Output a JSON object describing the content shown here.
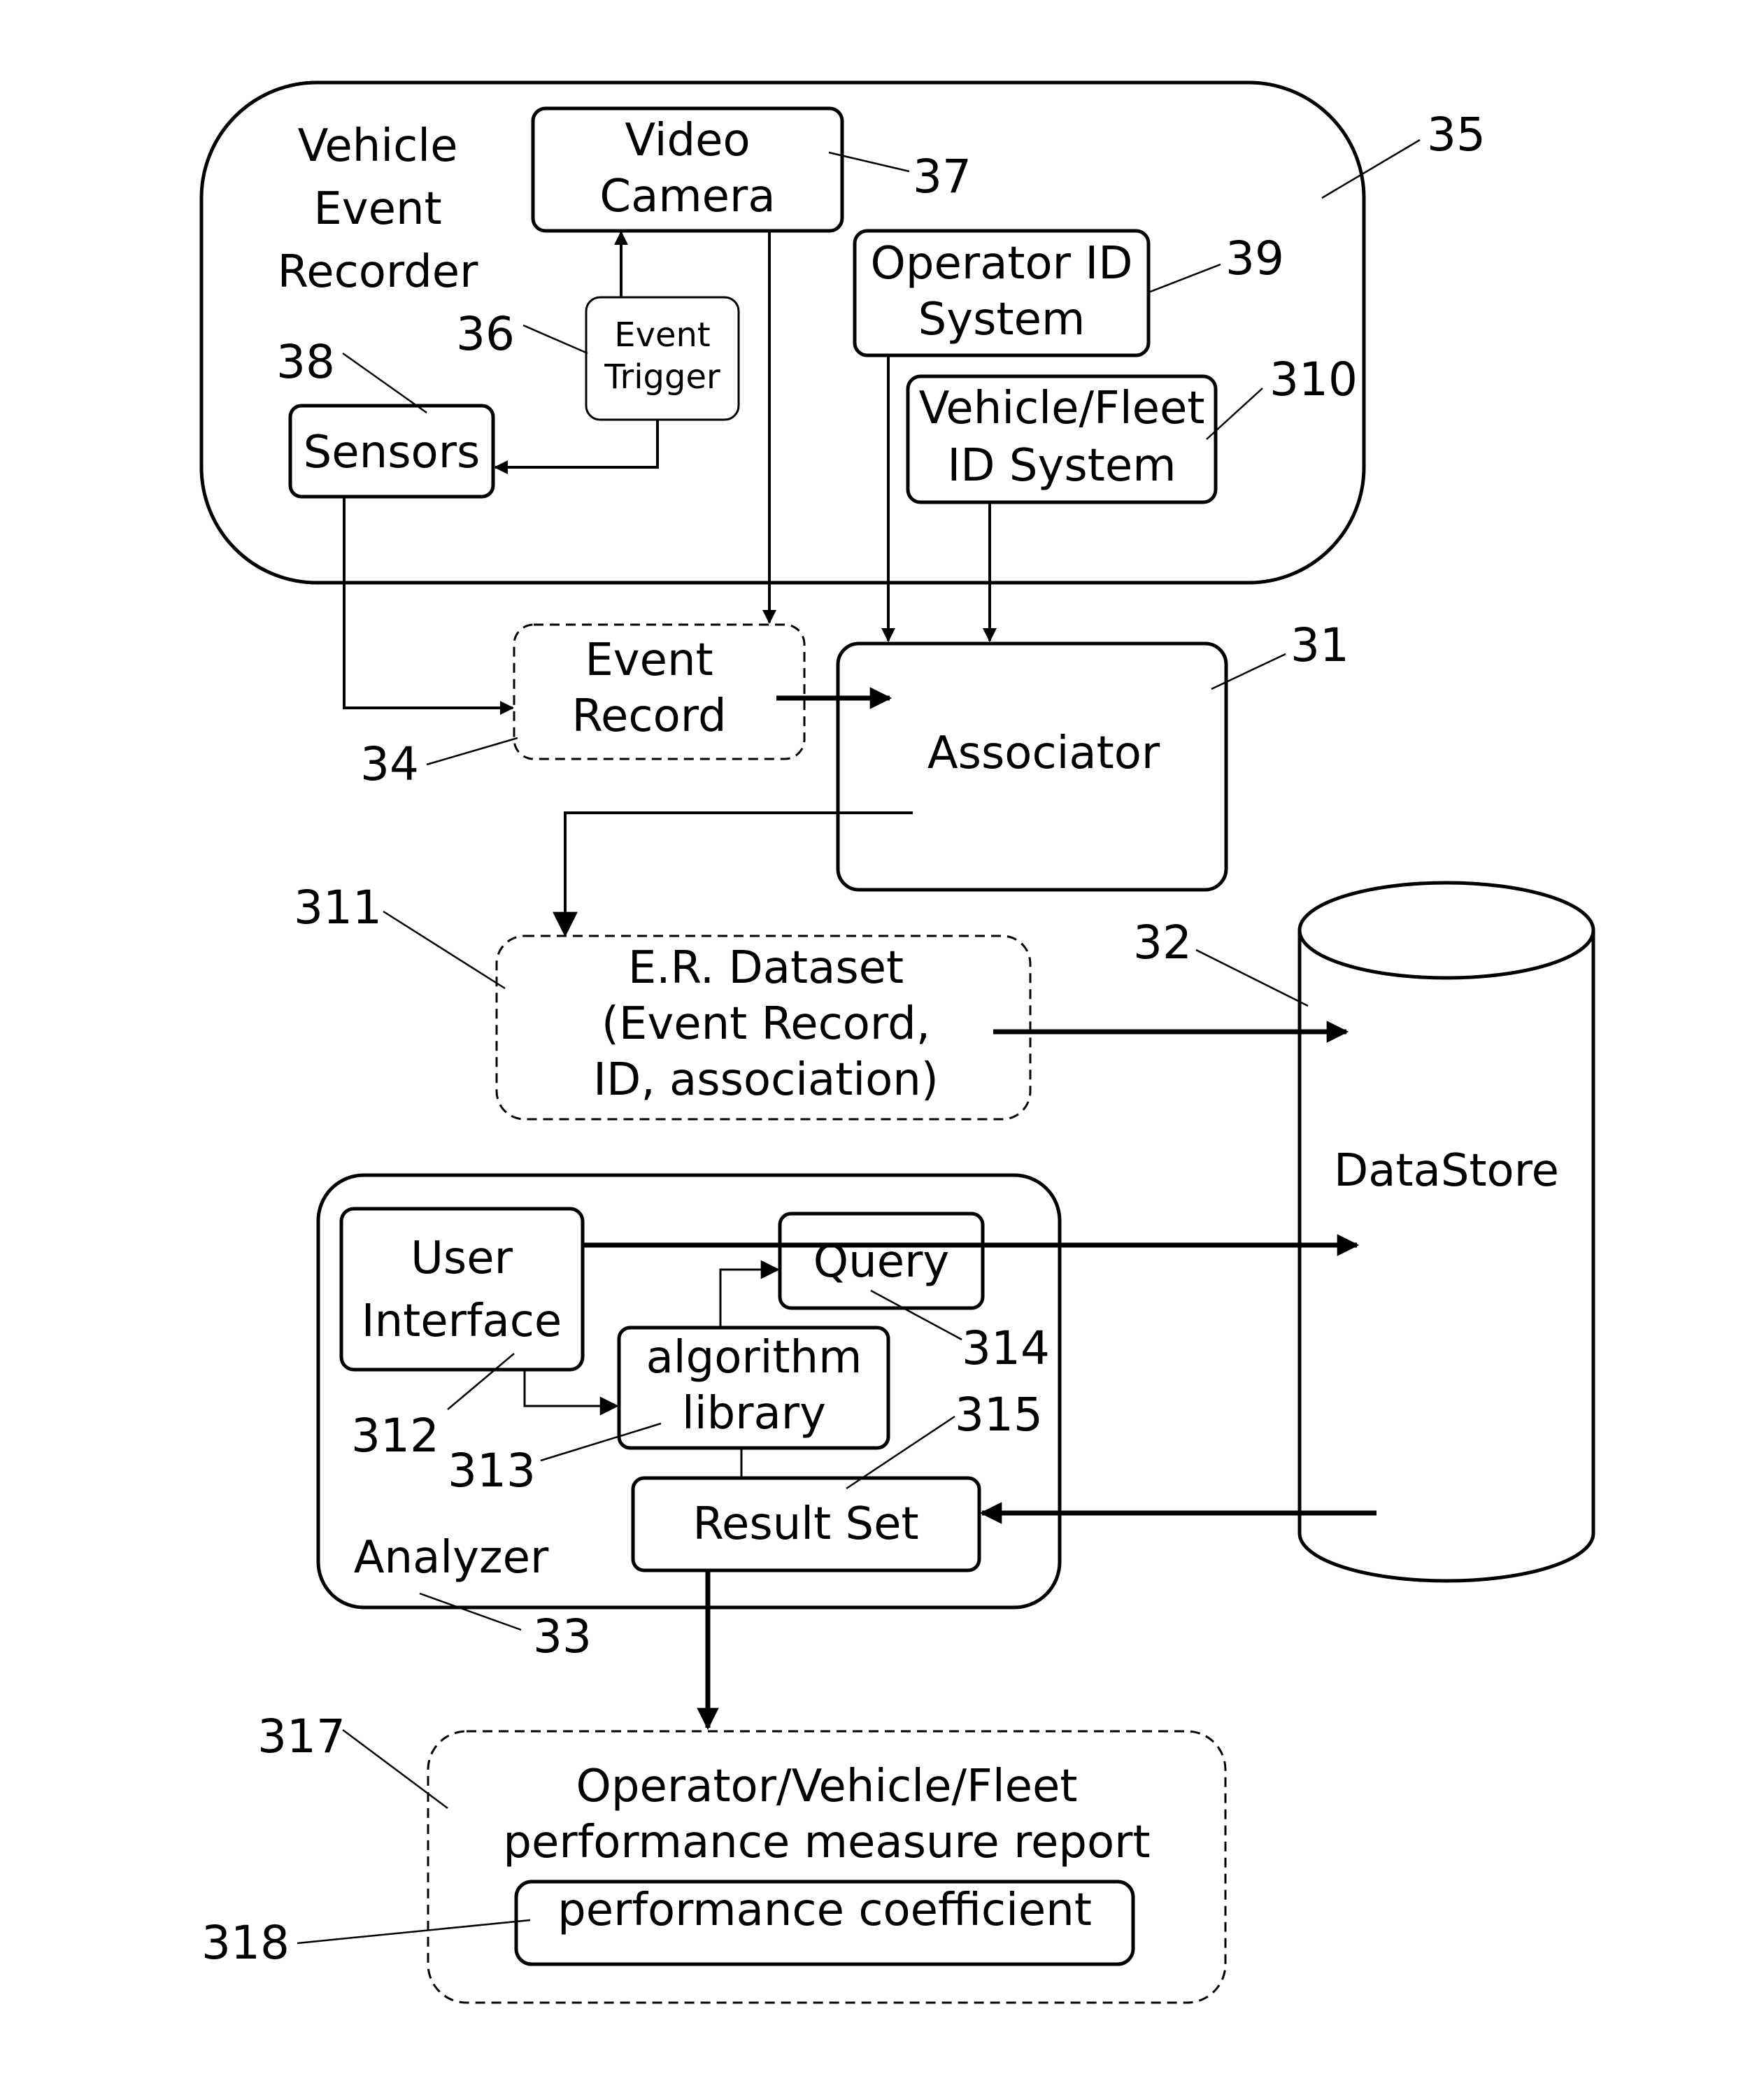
{
  "recorder": {
    "title": [
      "Vehicle",
      "Event",
      "Recorder"
    ],
    "ref": "35",
    "video_camera": {
      "lines": [
        "Video",
        "Camera"
      ],
      "ref": "37"
    },
    "event_trigger": {
      "lines": [
        "Event",
        "Trigger"
      ],
      "ref": "36"
    },
    "sensors": {
      "label": "Sensors",
      "ref": "38"
    },
    "operator_id": {
      "lines": [
        "Operator ID",
        "System"
      ],
      "ref": "39"
    },
    "vehicle_fleet_id": {
      "lines": [
        "Vehicle/Fleet",
        "ID System"
      ],
      "ref": "310"
    }
  },
  "event_record": {
    "lines": [
      "Event",
      "Record"
    ],
    "ref": "34"
  },
  "associator": {
    "label": "Associator",
    "ref": "31"
  },
  "er_dataset": {
    "lines": [
      "E.R. Dataset",
      "(Event Record,",
      "ID, association)"
    ],
    "ref": "311"
  },
  "datastore": {
    "label": "DataStore",
    "ref": "32"
  },
  "analyzer": {
    "label": "Analyzer",
    "ref": "33",
    "user_interface": {
      "lines": [
        "User",
        "Interface"
      ],
      "ref": "312"
    },
    "query": {
      "label": "Query",
      "ref": "314"
    },
    "algorithm_library": {
      "lines": [
        "algorithm",
        "library"
      ],
      "ref": "313"
    },
    "result_set": {
      "label": "Result Set",
      "ref": "315"
    }
  },
  "report": {
    "lines": [
      "Operator/Vehicle/Fleet",
      "performance measure report"
    ],
    "ref": "317",
    "coefficient": {
      "label": "performance coefficient",
      "ref": "318"
    }
  }
}
